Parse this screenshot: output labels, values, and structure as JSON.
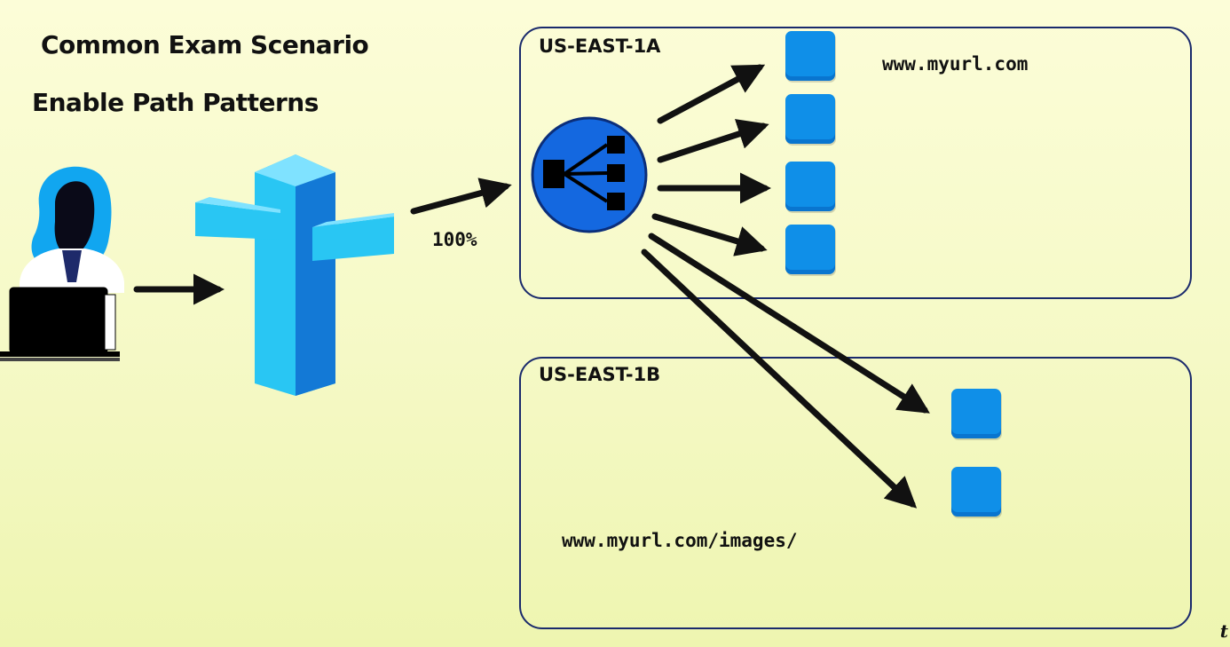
{
  "title": "Common Exam Scenario",
  "subtitle": "Enable Path Patterns",
  "traffic_percent": "100%",
  "regions": [
    {
      "label": "US-EAST-1A",
      "url": "www.myurl.com",
      "instances": 4
    },
    {
      "label": "US-EAST-1B",
      "url": "www.myurl.com/images/",
      "instances": 2
    }
  ],
  "icons": {
    "user": "user-at-laptop-icon",
    "dns": "route53-dns-icon",
    "load_balancer": "load-balancer-icon",
    "instance": "ec2-instance-icon"
  },
  "colors": {
    "background": "#f7fac8",
    "region_border": "#1a2a6c",
    "instance": "#0f8fe8",
    "dns_light": "#29c6f3",
    "dns_dark": "#1379d6",
    "load_balancer": "#1468e0",
    "user_hair": "#11a6f0"
  }
}
